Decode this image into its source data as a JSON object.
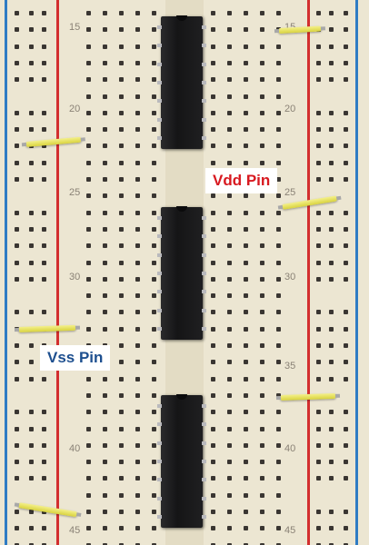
{
  "row_numbers": [
    "15",
    "20",
    "25",
    "30",
    "35",
    "40",
    "45"
  ],
  "labels": {
    "vdd": "Vdd Pin",
    "vss": "Vss Pin"
  },
  "colors": {
    "vdd_label": "#d81920",
    "vss_label": "#1d4f8f",
    "jumper_wire": "#e8e25a",
    "breadboard": "#ece6d2",
    "ic_body": "#1a1a1b",
    "power_rail_red": "#d83a3a",
    "power_rail_blue": "#3a7cc8"
  }
}
